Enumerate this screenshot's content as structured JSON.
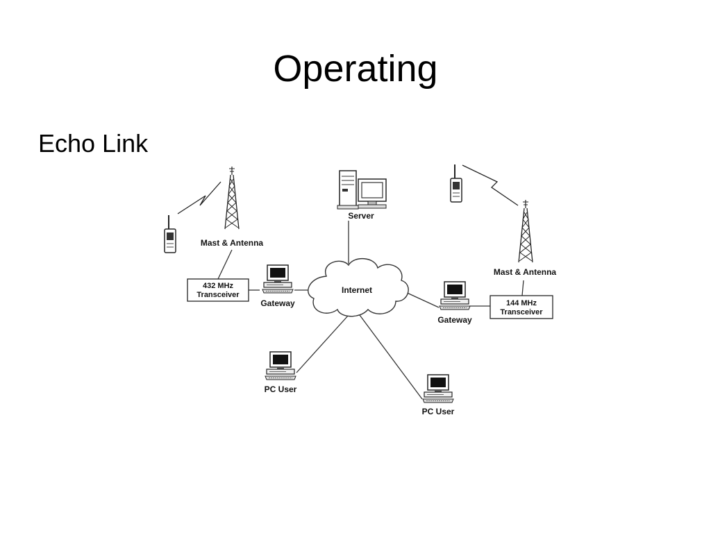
{
  "slide": {
    "title": "Operating",
    "bullet": "Echo Link"
  },
  "diagram": {
    "server_label": "Server",
    "internet_label": "Internet",
    "left_mast_label": "Mast & Antenna",
    "right_mast_label": "Mast & Antenna",
    "left_transceiver": {
      "line1": "432 MHz",
      "line2": "Transceiver"
    },
    "right_transceiver": {
      "line1": "144 MHz",
      "line2": "Transceiver"
    },
    "left_gateway_label": "Gateway",
    "right_gateway_label": "Gateway",
    "pc_user_left_label": "PC User",
    "pc_user_right_label": "PC User",
    "icons": [
      "handheld-radio-icon",
      "antenna-mast-icon",
      "lightning-bolt-icon",
      "computer-icon",
      "server-tower-icon",
      "cloud-icon"
    ]
  }
}
